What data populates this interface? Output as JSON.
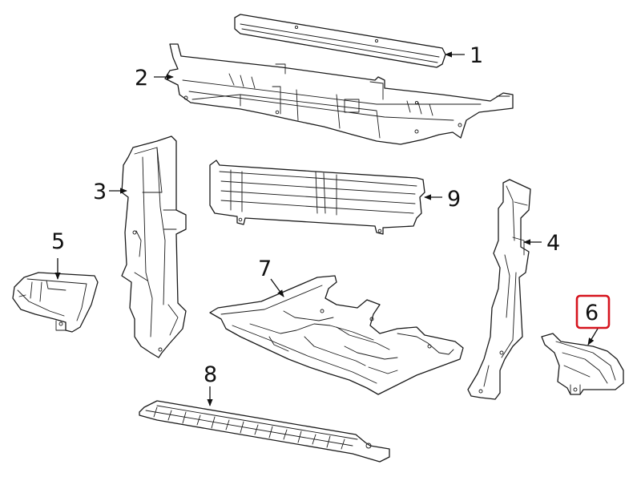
{
  "diagram": {
    "highlight_color": "#d6141e",
    "callouts": [
      {
        "id": "1",
        "label": "1"
      },
      {
        "id": "2",
        "label": "2"
      },
      {
        "id": "3",
        "label": "3"
      },
      {
        "id": "4",
        "label": "4"
      },
      {
        "id": "5",
        "label": "5"
      },
      {
        "id": "6",
        "label": "6",
        "highlighted": true
      },
      {
        "id": "7",
        "label": "7"
      },
      {
        "id": "8",
        "label": "8"
      },
      {
        "id": "9",
        "label": "9"
      }
    ]
  }
}
